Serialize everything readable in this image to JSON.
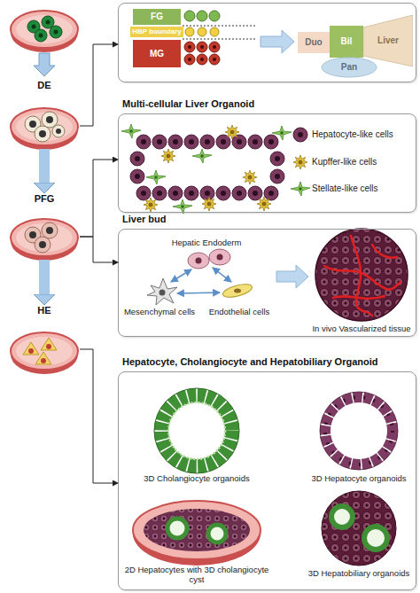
{
  "diagram": {
    "nodes": [
      {
        "text": [
          "DE"
        ]
      },
      {
        "text": [
          "PFG"
        ]
      },
      {
        "text": [
          "HE"
        ]
      },
      {
        "text": []
      },
      {
        "text": [
          "FG"
        ],
        "in": 3
      },
      {
        "text": [
          "HBP boundary"
        ],
        "in": 3
      },
      {
        "text": [
          "MG"
        ],
        "in": 3
      },
      {
        "text": [
          "Duo"
        ],
        "in": 3
      },
      {
        "text": [
          "Bil"
        ],
        "in": 3
      },
      {
        "text": [
          "Liver"
        ],
        "in": 3
      },
      {
        "text": [
          "Pan"
        ],
        "in": 3
      },
      {
        "text": [
          "Multi-cellular Liver Organoid"
        ]
      },
      {
        "text": [
          "Liver bud"
        ]
      },
      {
        "text": [
          "Hepatocyte, Cholangiocyte and Hepatobiliary Organoid"
        ]
      }
    ],
    "edges": [
      {
        "from": 0,
        "to": 1,
        "arrow": "to"
      },
      {
        "from": 1,
        "to": 2,
        "arrow": "to"
      },
      {
        "from": 0,
        "to": 3,
        "arrow": "to"
      },
      {
        "from": 1,
        "to": 11,
        "arrow": "to"
      },
      {
        "from": 1,
        "to": 12,
        "arrow": "to"
      },
      {
        "from": 2,
        "to": 13,
        "arrow": "to"
      }
    ],
    "labels": [
      "Hepatic Endoderm",
      "Mesenchymal cells",
      "Endothelial cells",
      "In vivo Vascularized tissue",
      "3D Cholangiocyte organoids",
      "3D Hepatocyte organoids",
      "2D Hepatocytes with 3D cholangiocyte cyst",
      "3D Hepatobiliary organoids"
    ],
    "legend": [
      {
        "text": "Hepatocyte-like cells"
      },
      {
        "text": "Kupffer-like cells"
      },
      {
        "text": "Stellate-like cells"
      }
    ]
  }
}
